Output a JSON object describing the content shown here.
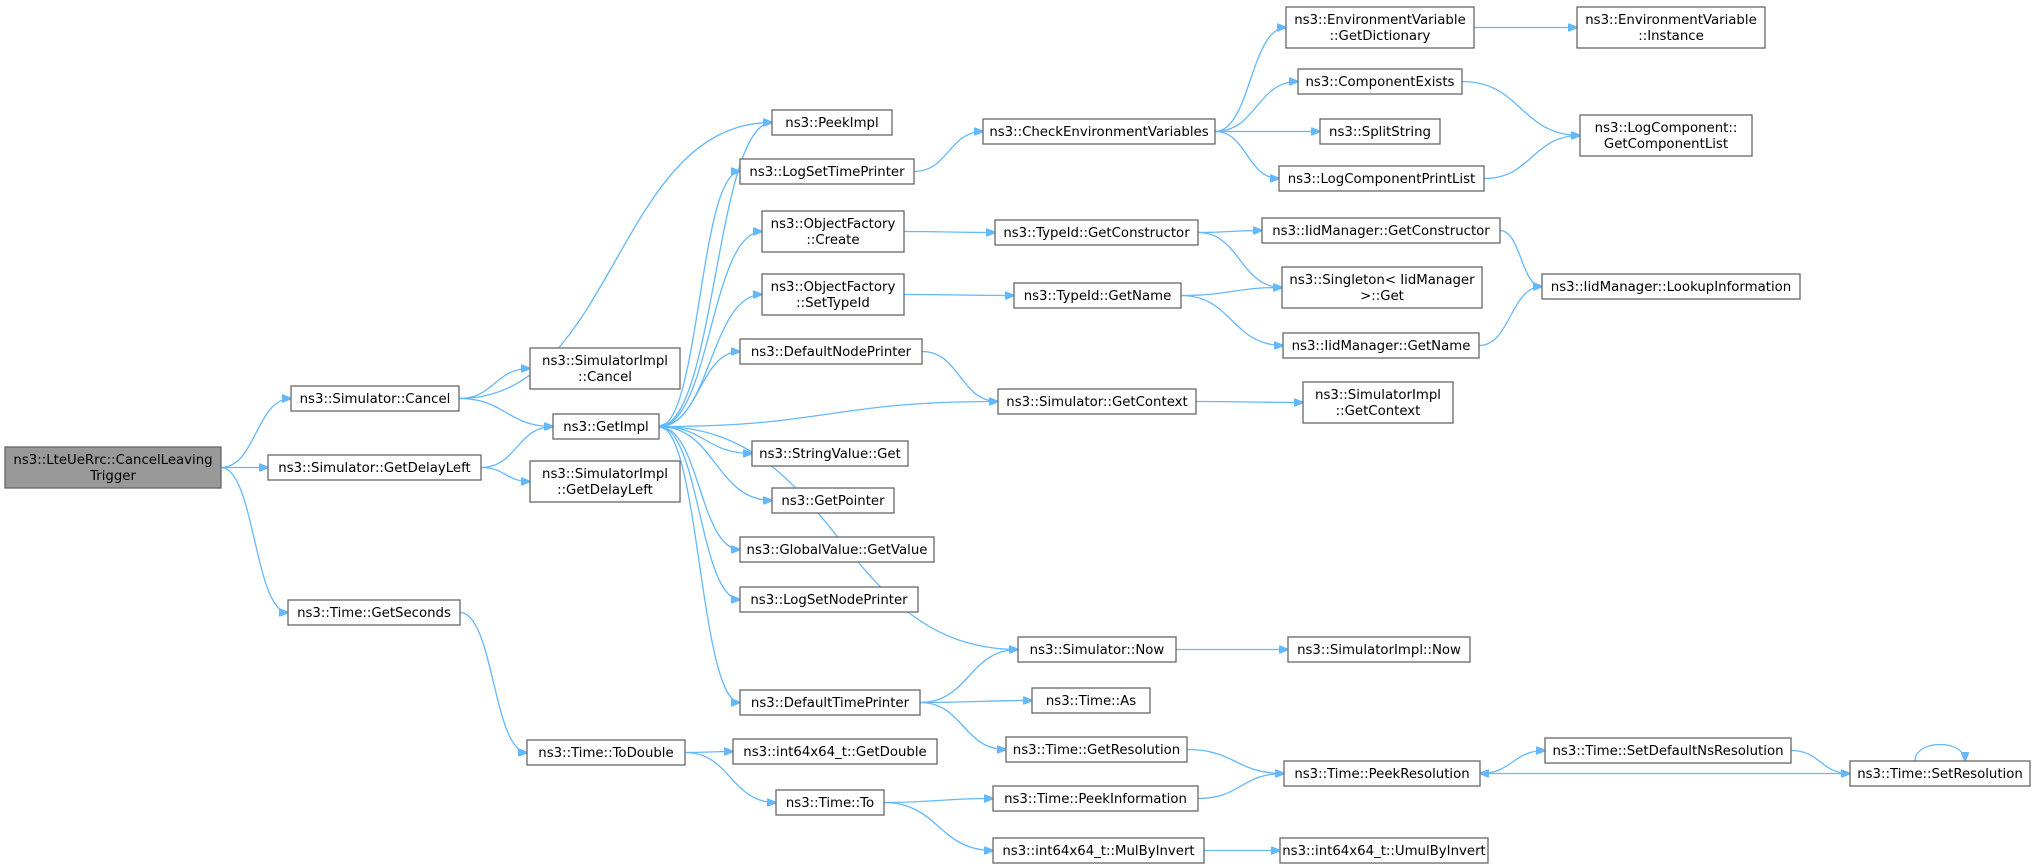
{
  "diagram": {
    "colors": {
      "edge": "#63b8ff",
      "node_border": "#666666",
      "root_fill": "#999999",
      "node_fill": "#ffffff"
    },
    "nodes": [
      {
        "id": "lte",
        "lines": [
          "ns3::LteUeRrc::CancelLeaving",
          "Trigger"
        ],
        "root": true
      },
      {
        "id": "simCancel",
        "lines": [
          "ns3::Simulator::Cancel"
        ]
      },
      {
        "id": "simGetDelayLeft",
        "lines": [
          "ns3::Simulator::GetDelayLeft"
        ]
      },
      {
        "id": "timeGetSeconds",
        "lines": [
          "ns3::Time::GetSeconds"
        ]
      },
      {
        "id": "simImplCancel",
        "lines": [
          "ns3::SimulatorImpl",
          "::Cancel"
        ]
      },
      {
        "id": "getImpl",
        "lines": [
          "ns3::GetImpl"
        ]
      },
      {
        "id": "simImplGetDelayLeft",
        "lines": [
          "ns3::SimulatorImpl",
          "::GetDelayLeft"
        ]
      },
      {
        "id": "timeToDouble",
        "lines": [
          "ns3::Time::ToDouble"
        ]
      },
      {
        "id": "peekImpl",
        "lines": [
          "ns3::PeekImpl"
        ]
      },
      {
        "id": "logSetTimePrinter",
        "lines": [
          "ns3::LogSetTimePrinter"
        ]
      },
      {
        "id": "ofCreate",
        "lines": [
          "ns3::ObjectFactory",
          "::Create"
        ]
      },
      {
        "id": "ofSetTypeId",
        "lines": [
          "ns3::ObjectFactory",
          "::SetTypeId"
        ]
      },
      {
        "id": "defaultNodePrinter",
        "lines": [
          "ns3::DefaultNodePrinter"
        ]
      },
      {
        "id": "stringValueGet",
        "lines": [
          "ns3::StringValue::Get"
        ]
      },
      {
        "id": "getPointer",
        "lines": [
          "ns3::GetPointer"
        ]
      },
      {
        "id": "globalValueGetValue",
        "lines": [
          "ns3::GlobalValue::GetValue"
        ]
      },
      {
        "id": "logSetNodePrinter",
        "lines": [
          "ns3::LogSetNodePrinter"
        ]
      },
      {
        "id": "defaultTimePrinter",
        "lines": [
          "ns3::DefaultTimePrinter"
        ]
      },
      {
        "id": "int64GetDouble",
        "lines": [
          "ns3::int64x64_t::GetDouble"
        ]
      },
      {
        "id": "timeTo",
        "lines": [
          "ns3::Time::To"
        ]
      },
      {
        "id": "checkEnv",
        "lines": [
          "ns3::CheckEnvironmentVariables"
        ]
      },
      {
        "id": "typeIdGetConstructor",
        "lines": [
          "ns3::TypeId::GetConstructor"
        ]
      },
      {
        "id": "typeIdGetName",
        "lines": [
          "ns3::TypeId::GetName"
        ]
      },
      {
        "id": "simGetContext",
        "lines": [
          "ns3::Simulator::GetContext"
        ]
      },
      {
        "id": "simNow",
        "lines": [
          "ns3::Simulator::Now"
        ]
      },
      {
        "id": "timeAs",
        "lines": [
          "ns3::Time::As"
        ]
      },
      {
        "id": "timeGetResolution",
        "lines": [
          "ns3::Time::GetResolution"
        ]
      },
      {
        "id": "timePeekInformation",
        "lines": [
          "ns3::Time::PeekInformation"
        ]
      },
      {
        "id": "int64MulByInvert",
        "lines": [
          "ns3::int64x64_t::MulByInvert"
        ]
      },
      {
        "id": "envGetDictionary",
        "lines": [
          "ns3::EnvironmentVariable",
          "::GetDictionary"
        ]
      },
      {
        "id": "componentExists",
        "lines": [
          "ns3::ComponentExists"
        ]
      },
      {
        "id": "splitString",
        "lines": [
          "ns3::SplitString"
        ]
      },
      {
        "id": "logComponentPrintList",
        "lines": [
          "ns3::LogComponentPrintList"
        ]
      },
      {
        "id": "iidGetConstructor",
        "lines": [
          "ns3::IidManager::GetConstructor"
        ]
      },
      {
        "id": "singletonGet",
        "lines": [
          "ns3::Singleton< IidManager",
          " >::Get"
        ]
      },
      {
        "id": "iidGetName",
        "lines": [
          "ns3::IidManager::GetName"
        ]
      },
      {
        "id": "simImplGetContext",
        "lines": [
          "ns3::SimulatorImpl",
          "::GetContext"
        ]
      },
      {
        "id": "simImplNow",
        "lines": [
          "ns3::SimulatorImpl::Now"
        ]
      },
      {
        "id": "timePeekResolution",
        "lines": [
          "ns3::Time::PeekResolution"
        ]
      },
      {
        "id": "int64UmulByInvert",
        "lines": [
          "ns3::int64x64_t::UmulByInvert"
        ]
      },
      {
        "id": "envInstance",
        "lines": [
          "ns3::EnvironmentVariable",
          "::Instance"
        ]
      },
      {
        "id": "logCompGetList",
        "lines": [
          "ns3::LogComponent::",
          "GetComponentList"
        ]
      },
      {
        "id": "iidLookup",
        "lines": [
          "ns3::IidManager::LookupInformation"
        ]
      },
      {
        "id": "timeSetDefaultNsRes",
        "lines": [
          "ns3::Time::SetDefaultNsResolution"
        ]
      },
      {
        "id": "timeSetResolution",
        "lines": [
          "ns3::Time::SetResolution"
        ]
      }
    ],
    "edges": [
      [
        "lte",
        "simCancel"
      ],
      [
        "lte",
        "simGetDelayLeft"
      ],
      [
        "lte",
        "timeGetSeconds"
      ],
      [
        "simCancel",
        "peekImpl"
      ],
      [
        "simCancel",
        "simImplCancel"
      ],
      [
        "simCancel",
        "getImpl"
      ],
      [
        "simGetDelayLeft",
        "getImpl"
      ],
      [
        "simGetDelayLeft",
        "simImplGetDelayLeft"
      ],
      [
        "timeGetSeconds",
        "timeToDouble"
      ],
      [
        "getImpl",
        "peekImpl"
      ],
      [
        "getImpl",
        "logSetTimePrinter"
      ],
      [
        "getImpl",
        "ofCreate"
      ],
      [
        "getImpl",
        "ofSetTypeId"
      ],
      [
        "getImpl",
        "defaultNodePrinter"
      ],
      [
        "getImpl",
        "stringValueGet"
      ],
      [
        "getImpl",
        "getPointer"
      ],
      [
        "getImpl",
        "globalValueGetValue"
      ],
      [
        "getImpl",
        "logSetNodePrinter"
      ],
      [
        "getImpl",
        "defaultTimePrinter"
      ],
      [
        "timeToDouble",
        "int64GetDouble"
      ],
      [
        "timeToDouble",
        "timeTo"
      ],
      [
        "logSetTimePrinter",
        "checkEnv"
      ],
      [
        "ofCreate",
        "typeIdGetConstructor"
      ],
      [
        "ofSetTypeId",
        "typeIdGetName"
      ],
      [
        "defaultNodePrinter",
        "simGetContext"
      ],
      [
        "defaultTimePrinter",
        "simNow"
      ],
      [
        "defaultTimePrinter",
        "timeAs"
      ],
      [
        "defaultTimePrinter",
        "timeGetResolution"
      ],
      [
        "timeTo",
        "timePeekInformation"
      ],
      [
        "timeTo",
        "int64MulByInvert"
      ],
      [
        "checkEnv",
        "envGetDictionary"
      ],
      [
        "checkEnv",
        "componentExists"
      ],
      [
        "checkEnv",
        "splitString"
      ],
      [
        "checkEnv",
        "logComponentPrintList"
      ],
      [
        "typeIdGetConstructor",
        "iidGetConstructor"
      ],
      [
        "typeIdGetConstructor",
        "singletonGet"
      ],
      [
        "typeIdGetName",
        "singletonGet"
      ],
      [
        "typeIdGetName",
        "iidGetName"
      ],
      [
        "simGetContext",
        "getImpl"
      ],
      [
        "simGetContext",
        "simImplGetContext"
      ],
      [
        "simNow",
        "getImpl"
      ],
      [
        "simNow",
        "simImplNow"
      ],
      [
        "timeGetResolution",
        "timePeekResolution"
      ],
      [
        "timePeekInformation",
        "timePeekResolution"
      ],
      [
        "int64MulByInvert",
        "int64UmulByInvert"
      ],
      [
        "envGetDictionary",
        "envInstance"
      ],
      [
        "componentExists",
        "logCompGetList"
      ],
      [
        "logComponentPrintList",
        "logCompGetList"
      ],
      [
        "iidGetConstructor",
        "iidLookup"
      ],
      [
        "iidGetName",
        "iidLookup"
      ],
      [
        "timePeekResolution",
        "timeSetDefaultNsRes"
      ],
      [
        "timeSetDefaultNsRes",
        "timeSetResolution"
      ],
      [
        "timeSetResolution",
        "timePeekResolution"
      ],
      [
        "timeSetResolution",
        "timeSetResolution"
      ]
    ]
  }
}
